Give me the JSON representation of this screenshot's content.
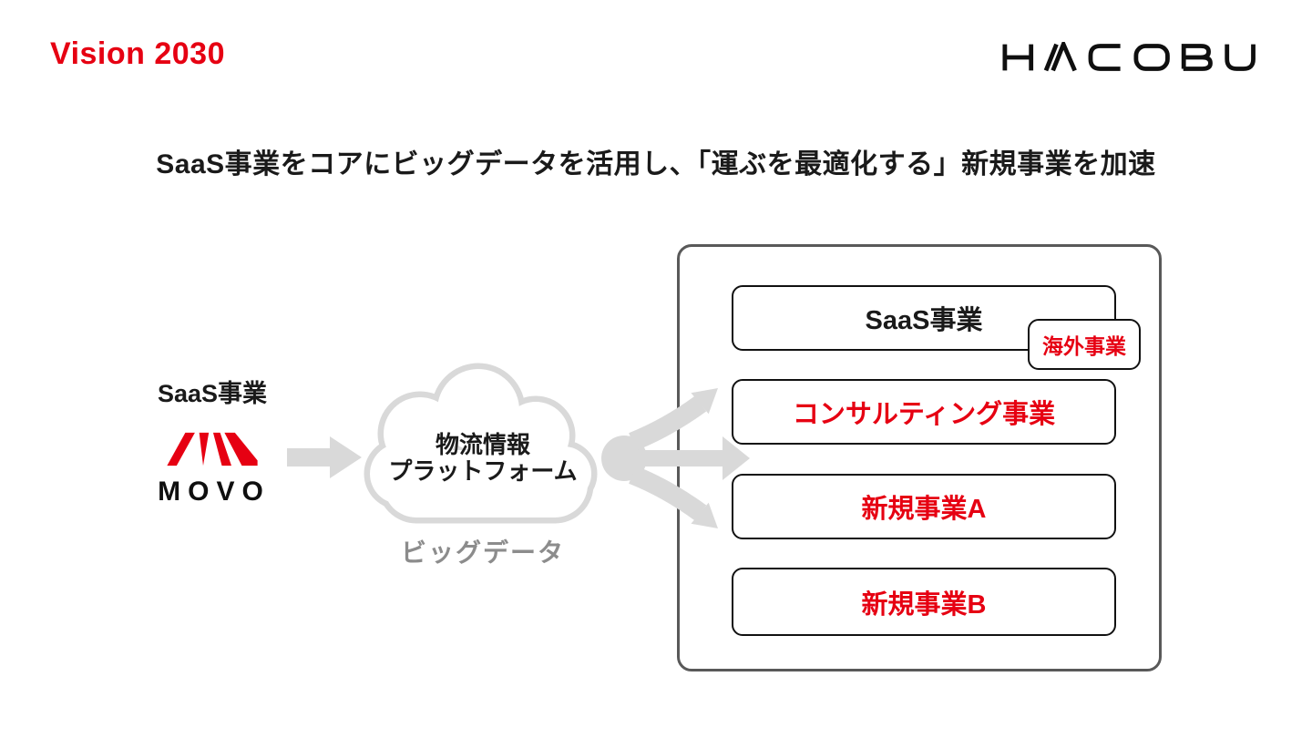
{
  "slide": {
    "eyebrow": "Vision 2030",
    "brand_logo": "HACOBU",
    "headline": "SaaS事業をコアにビッグデータを活用し、「運ぶを最適化する」新規事業を加速"
  },
  "source": {
    "label": "SaaS事業",
    "product": "MOVO"
  },
  "platform": {
    "line1": "物流情報",
    "line2": "プラットフォーム",
    "caption": "ビッグデータ"
  },
  "businesses": [
    {
      "label": "SaaS事業"
    },
    {
      "label": "コンサルティング事業"
    },
    {
      "label": "新規事業A"
    },
    {
      "label": "新規事業B"
    }
  ],
  "overseas_badge": "海外事業",
  "colors": {
    "brand_red": "#e60012",
    "shape_gray": "#d9d9d9",
    "caption_gray": "#8c8c8c",
    "frame_gray": "#595959",
    "ink": "#111111"
  }
}
